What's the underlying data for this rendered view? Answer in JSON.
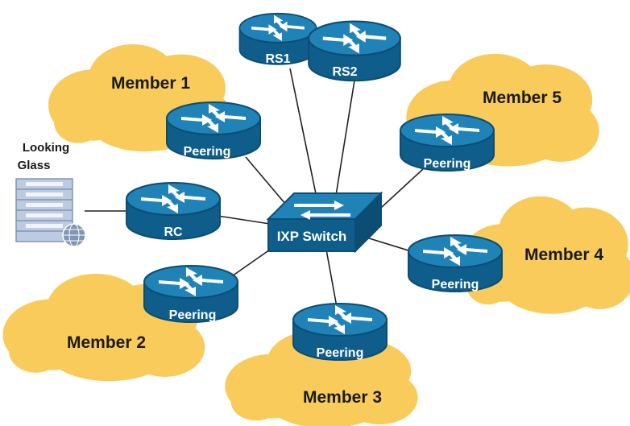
{
  "colors": {
    "cloud": "#f9cb5b",
    "router_top": "#1f83b8",
    "router_side": "#0f5d8a",
    "router_edge": "#0c4d74",
    "link": "#222222",
    "label_dark": "#1a1a1a",
    "label_light": "#ffffff",
    "server_body": "#bccbe0",
    "server_dark": "#8096b3"
  },
  "members": {
    "m1": "Member 1",
    "m2": "Member 2",
    "m3": "Member 3",
    "m4": "Member 4",
    "m5": "Member 5"
  },
  "routers": {
    "rs1": "RS1",
    "rs2": "RS2",
    "rc": "RC",
    "peering_m1": "Peering",
    "peering_m2": "Peering",
    "peering_m3": "Peering",
    "peering_m4": "Peering",
    "peering_m5": "Peering"
  },
  "switch": {
    "label": "IXP Switch",
    "icon": "switch-icon"
  },
  "looking_glass": {
    "line1": "Looking",
    "line2": "Glass",
    "icon": "server-icon"
  }
}
